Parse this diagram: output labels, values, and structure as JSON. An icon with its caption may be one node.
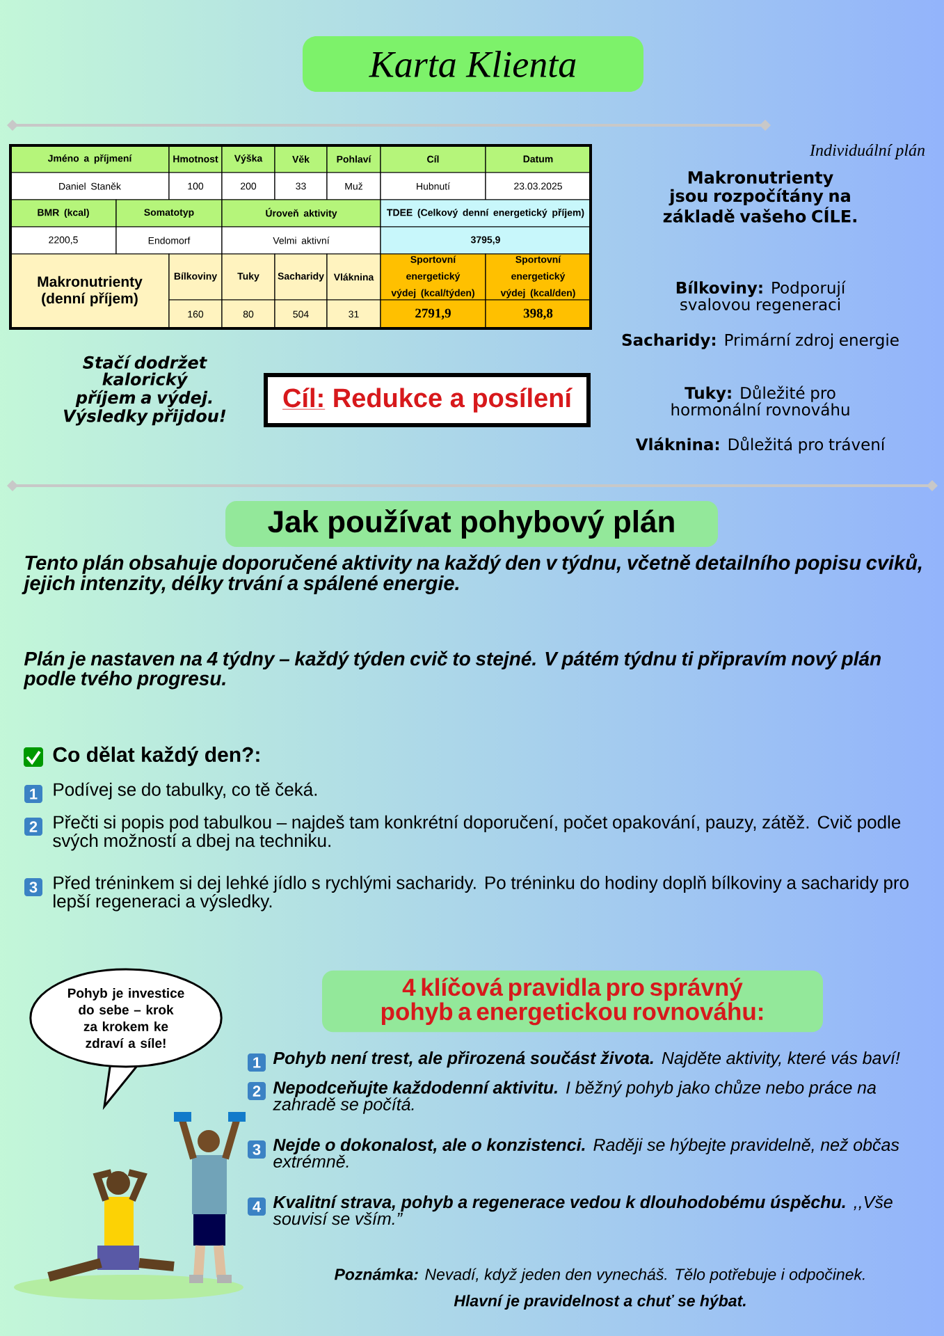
{
  "diagram": {
    "nodes": [
      {
        "text": [
          "Karta Klienta"
        ]
      },
      {
        "text": [
          "Cíl:",
          "Redukce a posílení"
        ]
      },
      {
        "text": [
          "Jak používat pohybový plán"
        ]
      },
      {
        "text": [
          "4 klíčová pravidla pro správný pohyb a energetickou rovnováhu:"
        ]
      },
      {
        "text": [
          "Pohyb je investice do sebe – krok za krokem ke zdraví a síle!"
        ]
      }
    ],
    "labels": [
      "Jméno a příjmení",
      "Hmotnost",
      "Výška",
      "Věk",
      "Pohlaví",
      "Cíl",
      "Datum",
      "Daniel Staněk",
      "100",
      "200",
      "33",
      "Muž",
      "Hubnutí",
      "23.03.2025",
      "BMR (kcal)",
      "Somatotyp",
      "Úroveň aktivity",
      "TDEE (Celkový denní energetický příjem)",
      "2200,5",
      "Endomorf",
      "Velmi aktivní",
      "3795,9",
      "Makronutrienty (denní příjem)",
      "Bílkoviny",
      "Tuky",
      "Sacharidy",
      "Vláknina",
      "Sportovní energetický výdej (kcal/týden)",
      "Sportovní energetický výdej (kcal/den)",
      "160",
      "80",
      "504",
      "31",
      "2791,9",
      "398,8",
      "Individuální plán",
      "Stačí dodržet kalorický příjem a výdej. Výsledky přijdou!",
      "Makronutrienty jsou rozpočítány na základě vašeho CÍLE.",
      "**Bílkoviny:** Podporují svalovou regeneraci",
      "**Sacharidy:** Primární zdroj energie",
      "**Tuky:** Důležité pro hormonální rovnováhu",
      "**Vláknina:** Důležitá pro trávení",
      "Tento plán obsahuje doporučené aktivity na každý den v týdnu, včetně detailního popisu cviků, jejich intenzity, délky trvání a spálené energie.",
      "Plán je nastaven na 4 týdny – každý týden cvič to stejné. V pátém týdnu ti připravím nový plán podle tvého progresu.",
      "Co dělat každý den?:",
      "1",
      "Podívej se do tabulky, co tě čeká.",
      "2",
      "Přečti si popis pod tabulkou – najdeš tam konkrétní doporučení, počet opakování, pauzy, zátěž. Cvič podle svých možností a dbej na techniku.",
      "3",
      "Před tréninkem si dej lehké jídlo s rychlými sacharidy. Po tréninku do hodiny doplň bílkoviny a sacharidy pro lepší regeneraci a výsledky.",
      "1",
      "**Pohyb není trest, ale přirozená součást života.** Najděte aktivity, které vás baví!",
      "2",
      "**Nepodceňujte každodenní aktivitu.** *I běžný pohyb jako chůze nebo práce na zahradě se počítá.*",
      "3",
      "**Nejde o dokonalost, ale o konzistenci.** *Raději se hýbejte pravidelně, než občas extrémně.*",
      "4",
      "**Kvalitní strava, pohyb a regenerace vedou k dlouhodobému úspěchu.** *,,Vše souvisí se vším.”*",
      "**Poznámka:** *Nevadí, když jeden den vynecháš. Tělo potřebuje i odpočinek.*",
      "Hlavní je pravidelnost a chuť se hýbat."
    ]
  }
}
